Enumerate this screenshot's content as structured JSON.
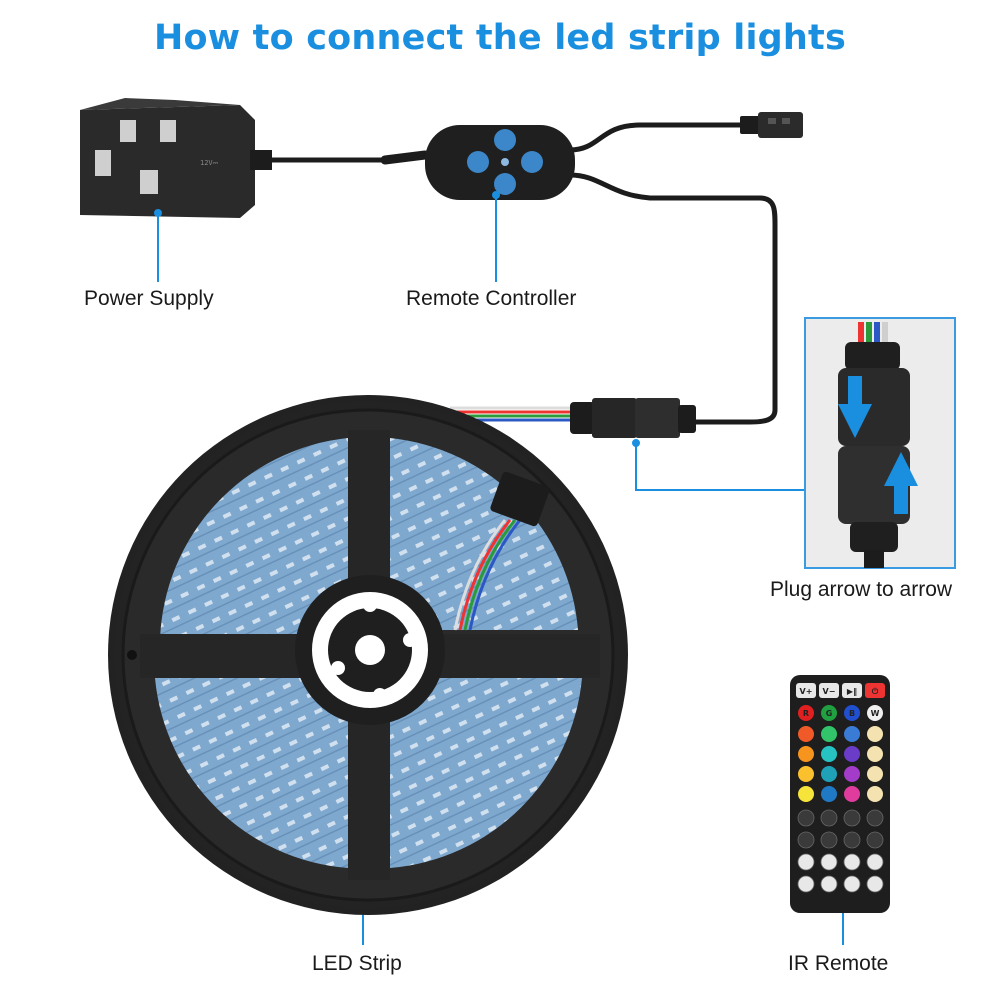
{
  "title": "How to connect the led strip lights",
  "colors": {
    "accent": "#1a8fe0",
    "device_dark": "#2a2a2a",
    "strip_blue": "#8fb6d8",
    "inset_border": "#3a9be0"
  },
  "labels": {
    "power_supply": "Power Supply",
    "remote_controller": "Remote Controller",
    "plug_arrow": "Plug arrow to arrow",
    "led_strip": "LED Strip",
    "ir_remote": "IR Remote"
  },
  "ir_remote_buttons": {
    "top_row": [
      "V+",
      "V−",
      "▶‖",
      "⏻"
    ],
    "color_row": [
      "R",
      "G",
      "B",
      "W"
    ]
  },
  "icons": [
    "power-adapter",
    "controller",
    "led-reel",
    "ir-remote",
    "arrow-down-icon",
    "arrow-up-icon",
    "connector-plug"
  ]
}
